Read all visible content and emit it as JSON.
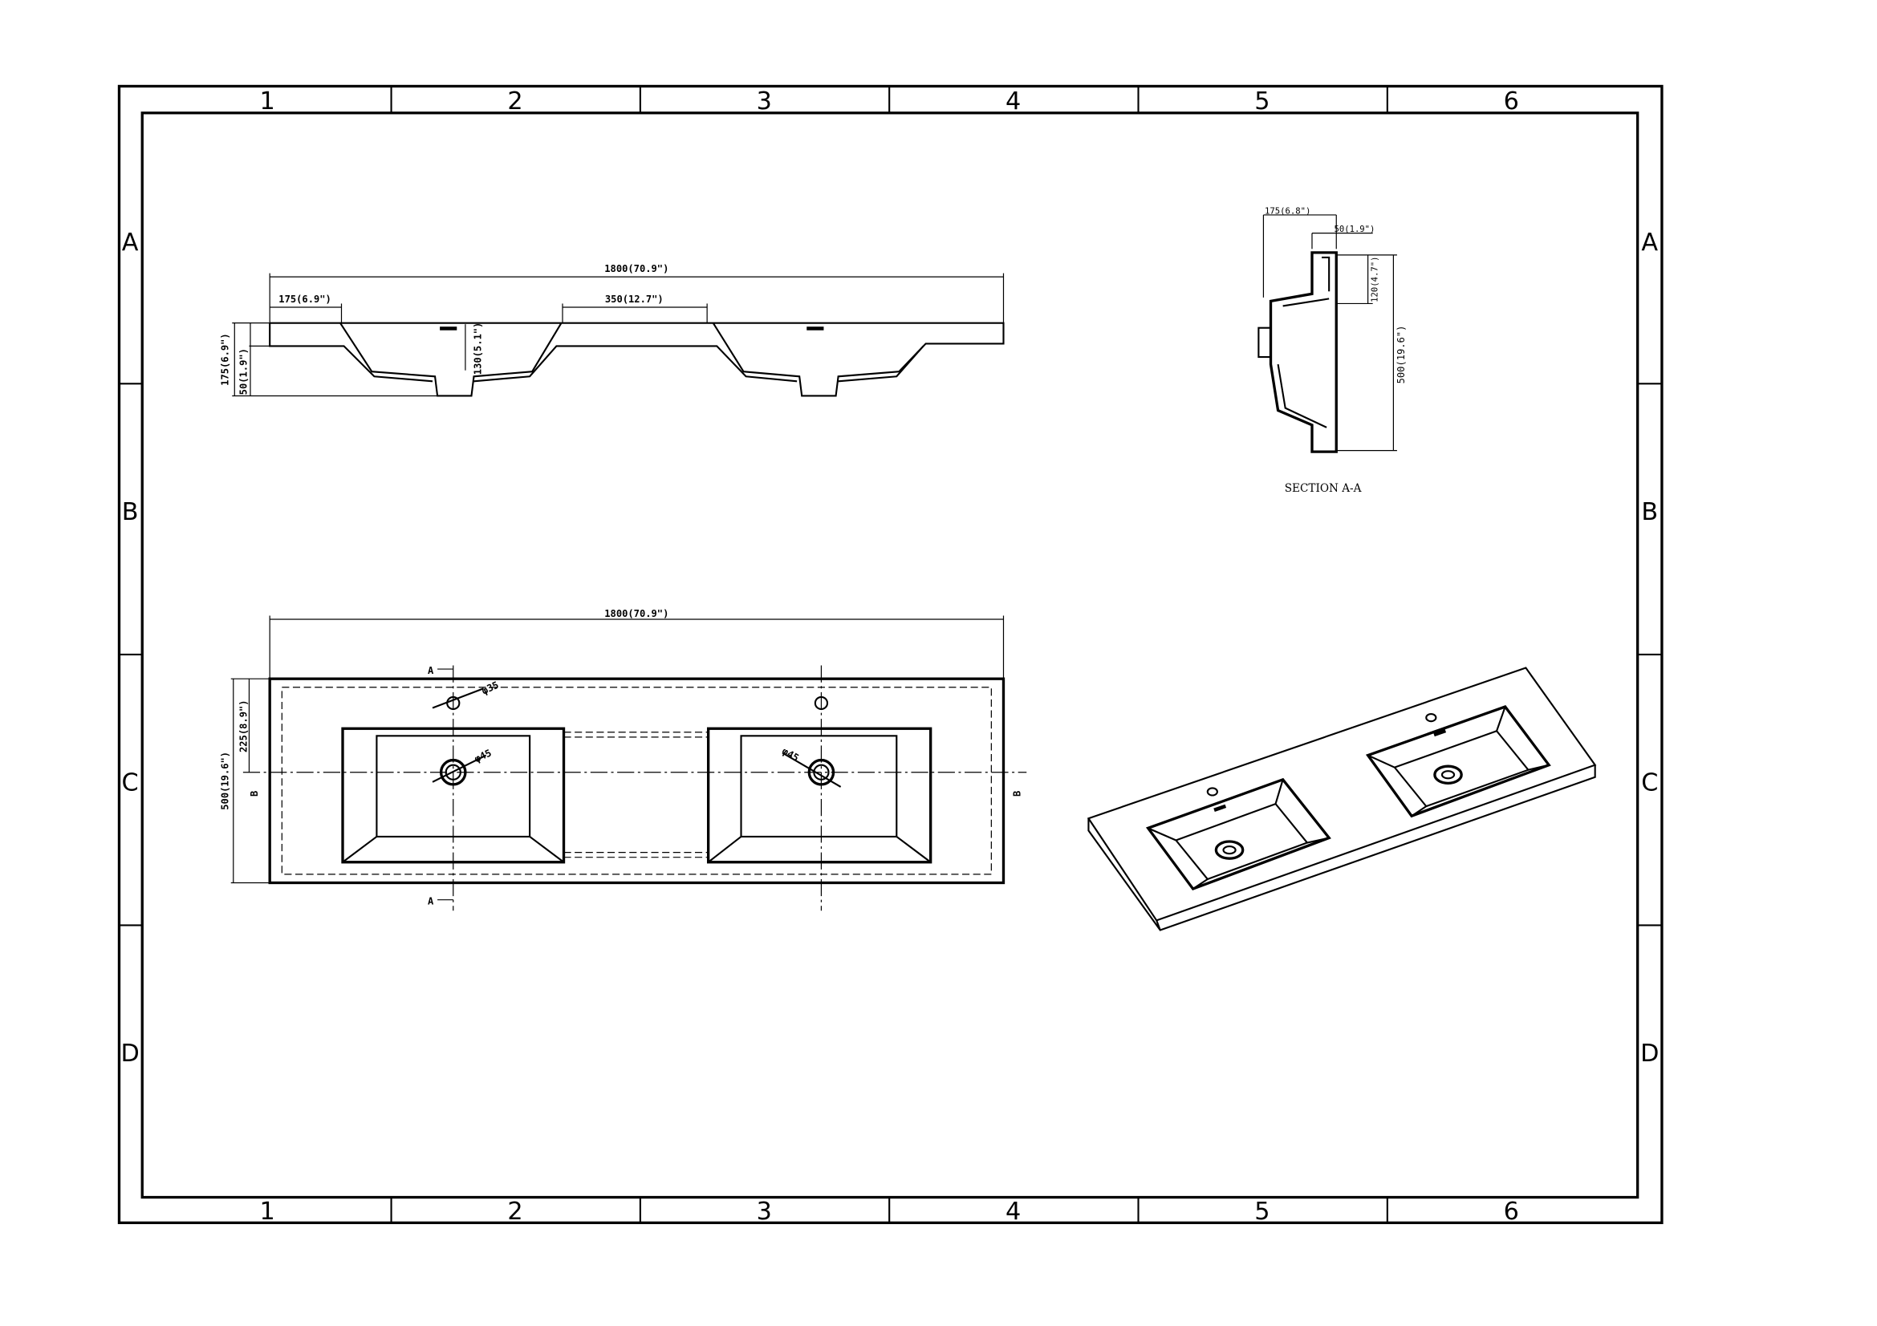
{
  "frame": {
    "columns": [
      "1",
      "2",
      "3",
      "4",
      "5",
      "6"
    ],
    "rows": [
      "A",
      "B",
      "C",
      "D"
    ]
  },
  "front_view": {
    "overall_width": "1800(70.9\")",
    "left_deck": "175(6.9\")",
    "center_deck": "350(12.7\")",
    "overall_height": "175(6.9\")",
    "deck_thickness": "50(1.9\")",
    "bowl_depth": "130(5.1\")"
  },
  "section": {
    "caption": "SECTION A-A",
    "depth_top": "175(6.8\")",
    "rim": "50(1.9\")",
    "backsplash": "120(4.7\")",
    "overall_depth": "500(19.6\")"
  },
  "plan_view": {
    "overall_width": "1800(70.9\")",
    "overall_depth": "500(19.6\")",
    "drain_offset": "225(8.9\")",
    "tap_hole": "φ35",
    "drain_left": "φ45",
    "drain_right": "φ45",
    "section_marker": "A",
    "view_marker": "B"
  },
  "colors": {
    "line": "#000000",
    "background": "#ffffff"
  }
}
